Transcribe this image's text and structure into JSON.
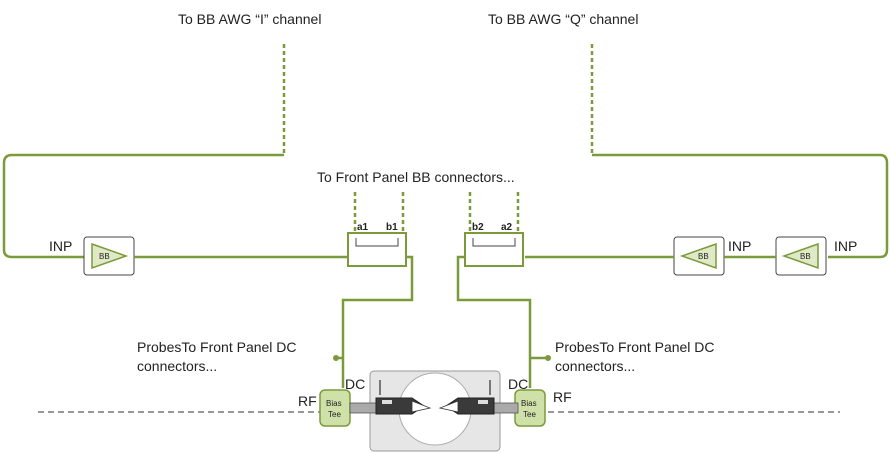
{
  "labels": {
    "awg_i": "To BB AWG “I” channel",
    "awg_q": "To BB AWG “Q” channel",
    "front_panel_bb": "To Front Panel BB connectors...",
    "probes_left_line1": "ProbesTo Front Panel DC",
    "probes_left_line2": "connectors...",
    "probes_right_line1": "ProbesTo Front Panel DC",
    "probes_right_line2": "connectors...",
    "inp_left": "INP",
    "inp_right_1": "INP",
    "inp_right_2": "INP",
    "bb_left": "BB",
    "bb_right_1": "BB",
    "bb_right_2": "BB",
    "port_a1": "a1",
    "port_b1": "b1",
    "port_b2": "b2",
    "port_a2": "a2",
    "dc_left": "DC",
    "dc_right": "DC",
    "rf_left": "RF",
    "rf_right": "RF",
    "bias_left_line1": "Bias",
    "bias_left_line2": "Tee",
    "bias_right_line1": "Bias",
    "bias_right_line2": "Tee"
  },
  "colors": {
    "wire": "#7a9a3c",
    "bias_tee_fill": "#cfe0a8",
    "probe_station": "#e6e6e6"
  }
}
